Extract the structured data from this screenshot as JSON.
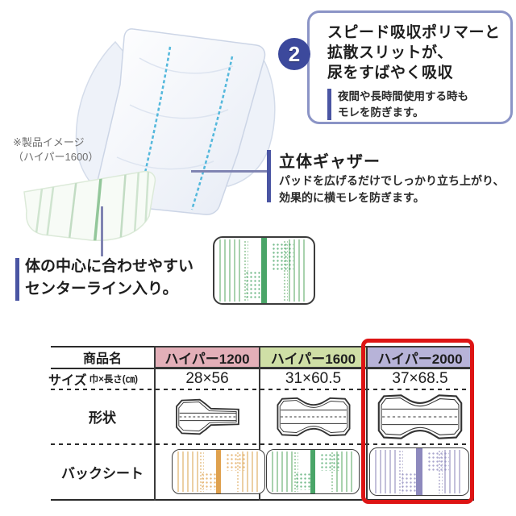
{
  "photo": {
    "note_line1": "※製品イメージ",
    "note_line2": "（ハイパー1600）"
  },
  "callout": {
    "number": "2",
    "title_line1": "スピード吸収ポリマーと",
    "title_line2": "拡散スリットが、",
    "title_line3": "尿をすばやく吸収",
    "body_line1": "夜間や長時間使用する時も",
    "body_line2": "モレを防ぎます。"
  },
  "gather": {
    "title": "立体ギャザー",
    "body_line1": "パッドを広げるだけでしっかり立ち上がり、",
    "body_line2": "効果的に横モレを防ぎます。"
  },
  "centerline": {
    "line1": "体の中心に合わせやすい",
    "line2": "センターライン入り。"
  },
  "table": {
    "row_labels": {
      "product": "商品名",
      "size": "サイズ",
      "size_unit": "巾×長さ(㎝)",
      "shape": "形状",
      "backsheet": "バックシート"
    },
    "products": [
      {
        "name": "ハイパー1200",
        "size": "28×56"
      },
      {
        "name": "ハイパー1600",
        "size": "31×60.5"
      },
      {
        "name": "ハイパー2000",
        "size": "37×68.5"
      }
    ],
    "highlighted_product": "ハイパー2000"
  },
  "colors": {
    "accent-bar": "#4a55a3",
    "connector": "#8084b2",
    "callout-border": "#8b94c6",
    "badge-bg": "#3c499c",
    "highlight-red": "#dd1414",
    "header-pink": "#e3afb8",
    "header-green": "#cfdfa6",
    "header-lavender": "#b7b3d8",
    "swatch-green": "#4aa568",
    "swatch-orange": "#dfa14e",
    "swatch-purple": "#8d89bd",
    "slit-blue": "#54b8dc"
  }
}
